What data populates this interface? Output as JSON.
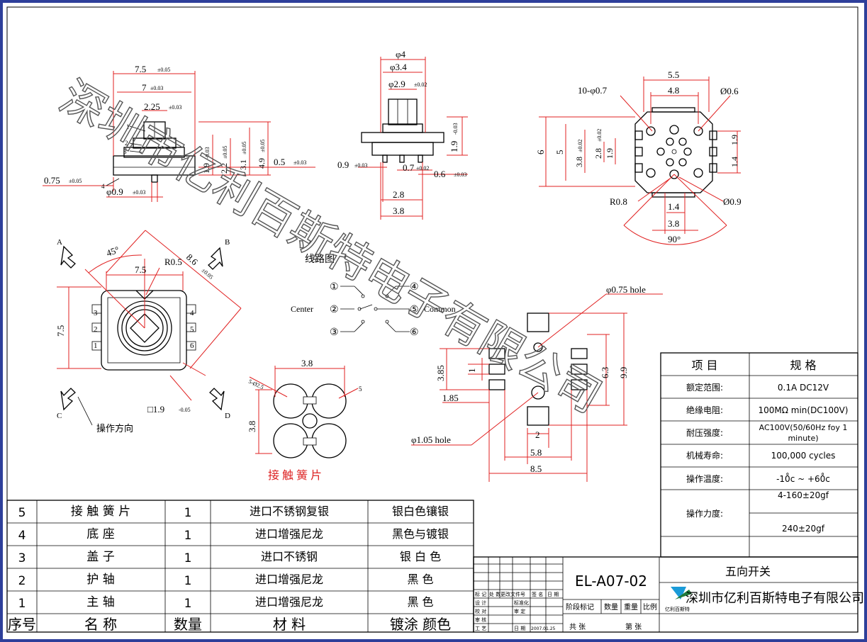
{
  "watermark": "深圳市亿利百斯特电子有限公司",
  "top_view_dims": {
    "d1": "7.5",
    "d1_tol": "±0.05",
    "d2": "7",
    "d2_tol": "±0.03",
    "d3": "2.25",
    "d3_tol": "±0.03",
    "d4": "1.9",
    "d4_tol": "-0.03",
    "d5": "2.2",
    "d5_tol": "±0.05",
    "d6": "3.1",
    "d6_tol": "±0.05",
    "d7": "4.9",
    "d7_tol": "±0.05",
    "d8": "0.5",
    "d8_tol": "±0.03",
    "d9": "0.75",
    "d9_tol": "±0.05",
    "d10": "φ0.9",
    "d10_tol": "±0.03",
    "n1": "1",
    "n2": "2",
    "n3": "3",
    "n4": "4"
  },
  "side_view_dims": {
    "phi4": "φ4",
    "phi34": "φ3.4",
    "phi29": "φ2.9",
    "phi29_tol": "±0.02",
    "h19": "1.9",
    "h19_tol": "-0.03",
    "d09": "0.9",
    "d09_tol": "±0.03",
    "d07": "0.7",
    "d07_tol": "±0.02",
    "d06": "0.6",
    "d06_tol": "±0.03",
    "w28": "2.8",
    "w38": "3.8"
  },
  "bottom_view_dims": {
    "holes": "10-φ0.7",
    "w55": "5.5",
    "w48": "4.8",
    "phi06": "Ø0.6",
    "h6": "6",
    "h5": "5",
    "h38": "3.8",
    "h38_tol": "±0.02",
    "h28": "2.8",
    "h28_tol": "±0.02",
    "h19": "1.9",
    "r19": "1.9",
    "r14": "1.4",
    "r08": "R0.8",
    "phi09": "Ø0.9",
    "b14": "1.4",
    "b38": "3.8",
    "ang": "90°"
  },
  "operation_view": {
    "a": "A",
    "b": "B",
    "c": "C",
    "d": "D",
    "ang45": "45°",
    "w75": "7.5",
    "r05": "R0.5",
    "d86": "8.6",
    "d86_tol": "±0.05",
    "h75": "7.5",
    "sq19": "□1.9",
    "sq19_tol": "-0.05",
    "direction": "操作方向",
    "p1": "1",
    "p2": "2",
    "p3": "3",
    "p4": "4",
    "p5": "5",
    "p6": "6"
  },
  "circuit": {
    "title": "线路图",
    "center": "Center",
    "common": "Common",
    "c1": "①",
    "c2": "②",
    "c3": "③",
    "c4": "④",
    "c5": "⑤",
    "c6": "⑥"
  },
  "spring": {
    "w38": "3.8",
    "h38": "3.8",
    "phi25": "5-Ø2.5",
    "n5": "5",
    "title": "接 触 簧 片"
  },
  "pcb": {
    "hole075": "φ0.75 hole",
    "hole105": "φ1.05 hole",
    "h385": "3.85",
    "h185": "1.85",
    "h1": "1",
    "h63": "6.3",
    "h99": "9.9",
    "w2": "2",
    "w58": "5.8",
    "w85": "8.5"
  },
  "spec_table": {
    "col_item": "项   目",
    "col_spec": "规   格",
    "rows": [
      {
        "label": "额定范围:",
        "value": "0.1A DC12V"
      },
      {
        "label": "绝缘电阻:",
        "value": "100MΩ min(DC100V)"
      },
      {
        "label": "耐压强度:",
        "value": "AC100V(50/60Hz foy 1",
        "value2": "minute)"
      },
      {
        "label": "机械寿命:",
        "value": "100,000 cycles"
      },
      {
        "label": "操作温度:",
        "value": "-10̊c ~ +60̊c"
      },
      {
        "label": "操作力度:",
        "value": "4-160±20gf",
        "value2": "240±20gf"
      }
    ]
  },
  "bom": {
    "rows": [
      {
        "no": "5",
        "name": "接 触   簧 片",
        "qty": "1",
        "material": "进口不锈钢复银",
        "finish": "银白色镶银"
      },
      {
        "no": "4",
        "name": "底        座",
        "qty": "1",
        "material": "进口增强尼龙",
        "finish": "黑色与镀银"
      },
      {
        "no": "3",
        "name": "盖        子",
        "qty": "1",
        "material": "进口不锈钢",
        "finish": "银 白 色"
      },
      {
        "no": "2",
        "name": "护        轴",
        "qty": "1",
        "material": "进口增强尼龙",
        "finish": "黑      色"
      },
      {
        "no": "1",
        "name": "主        轴",
        "qty": "1",
        "material": "进口增强尼龙",
        "finish": "黑      色"
      }
    ],
    "header": {
      "no": "序号",
      "name": "名        称",
      "qty": "数量",
      "material": "材          料",
      "finish": "镀涂     颜色"
    }
  },
  "title_block": {
    "code": "EL-A07-02",
    "product": "五向开关",
    "company": "深圳市亿利百斯特电子有限公司",
    "logo_text": "亿利百斯特",
    "stage": "阶段标记",
    "qty": "数量",
    "weight": "重量",
    "scale": "比例",
    "total": "共    张",
    "sheet": "第    张",
    "rev_headers": [
      "标 记",
      "处 数",
      "更改文件号",
      "签 名",
      "日 期"
    ],
    "roles": [
      "设 计",
      "校 对",
      "审 核",
      "工 艺"
    ],
    "std": "标准化",
    "approve": "审 定",
    "date_label": "日  期",
    "date": "2007.01.25"
  }
}
